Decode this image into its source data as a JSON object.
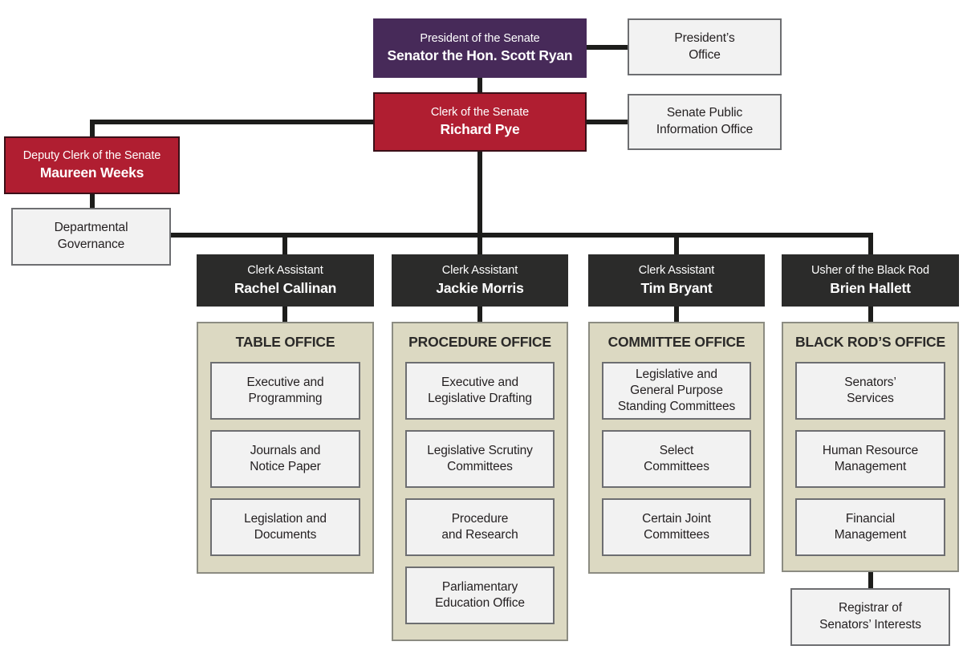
{
  "colors": {
    "purple": "#472a59",
    "red": "#b01e31",
    "dark": "#2b2b2a",
    "panel_beige": "#dcd9c2",
    "light_gray": "#f2f2f2",
    "line_black": "#1d1d1b"
  },
  "top": {
    "president": {
      "role": "President of the Senate",
      "name": "Senator the Hon. Scott Ryan"
    },
    "presidents_office": "President’s\nOffice",
    "clerk": {
      "role": "Clerk of the Senate",
      "name": "Richard Pye"
    },
    "senate_public_information_office": "Senate Public\nInformation Office",
    "deputy_clerk": {
      "role": "Deputy Clerk of the Senate",
      "name": "Maureen Weeks"
    },
    "departmental_governance": "Departmental\nGovernance"
  },
  "columns": [
    {
      "role": "Clerk Assistant",
      "name": "Rachel Callinan",
      "office": "TABLE OFFICE",
      "sections": [
        "Executive and\nProgramming",
        "Journals and\nNotice Paper",
        "Legislation and\nDocuments"
      ]
    },
    {
      "role": "Clerk Assistant",
      "name": "Jackie Morris",
      "office": "PROCEDURE OFFICE",
      "sections": [
        "Executive and\nLegislative Drafting",
        "Legislative Scrutiny\nCommittees",
        "Procedure\nand Research",
        "Parliamentary\nEducation Office"
      ]
    },
    {
      "role": "Clerk Assistant",
      "name": "Tim Bryant",
      "office": "COMMITTEE OFFICE",
      "sections": [
        "Legislative and\nGeneral Purpose\nStanding Committees",
        "Select\nCommittees",
        "Certain Joint\nCommittees"
      ]
    },
    {
      "role": "Usher of the Black Rod",
      "name": "Brien Hallett",
      "office": "BLACK ROD’S OFFICE",
      "sections": [
        "Senators’\nServices",
        "Human Resource\nManagement",
        "Financial\nManagement"
      ]
    }
  ],
  "registrar": "Registrar of\nSenators’ Interests"
}
